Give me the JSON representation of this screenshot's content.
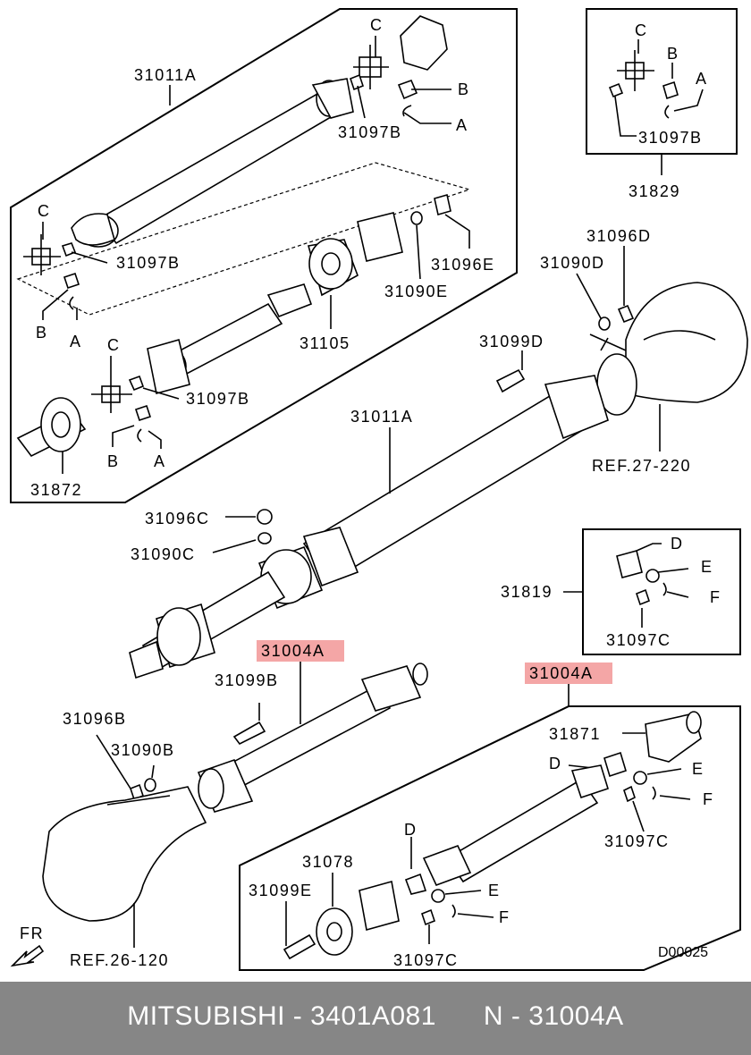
{
  "diagram": {
    "labels": {
      "shaft_top": "31011A",
      "joint_b_top": "31097B",
      "c_top": "C",
      "b_top": "B",
      "a_top": "A",
      "c_left": "C",
      "joint_b_left": "31097B",
      "b_left": "B",
      "a_left": "A",
      "shaft_96e": "31096E",
      "shaft_90e": "31090E",
      "bearing_105": "31105",
      "c_mid": "C",
      "joint_b_mid": "31097B",
      "b_mid": "B",
      "a_mid": "A",
      "flange_872": "31872",
      "inset1_c": "C",
      "inset1_b": "B",
      "inset1_a": "A",
      "inset1_part": "31097B",
      "inset1_code": "31829",
      "nut_96d": "31096D",
      "washer_90d": "31090D",
      "bolt_99d": "31099D",
      "shaft_main": "31011A",
      "ref_27": "REF.27-220",
      "nut_96c": "31096C",
      "washer_90c": "31090C",
      "inset2_d": "D",
      "inset2_e": "E",
      "inset2_f": "F",
      "inset2_code": "31819",
      "inset2_part": "31097C",
      "hl_left": "31004A",
      "hl_right": "31004A",
      "bolt_99b": "31099B",
      "nut_96b": "31096B",
      "washer_90b": "31090B",
      "yoke_871": "31871",
      "d_lower": "D",
      "e_lower": "E",
      "f_lower": "F",
      "joint_c_lower": "31097C",
      "damper_078": "31078",
      "bolt_99e": "31099E",
      "d_bottom": "D",
      "e_bottom": "E",
      "f_bottom": "F",
      "joint_c_bottom": "31097C",
      "ref_26": "REF.26-120",
      "front": "FR",
      "drawing_code": "D00025"
    }
  },
  "footer": {
    "caption": "MITSUBISHI - 3401A081      N - 31004A"
  }
}
